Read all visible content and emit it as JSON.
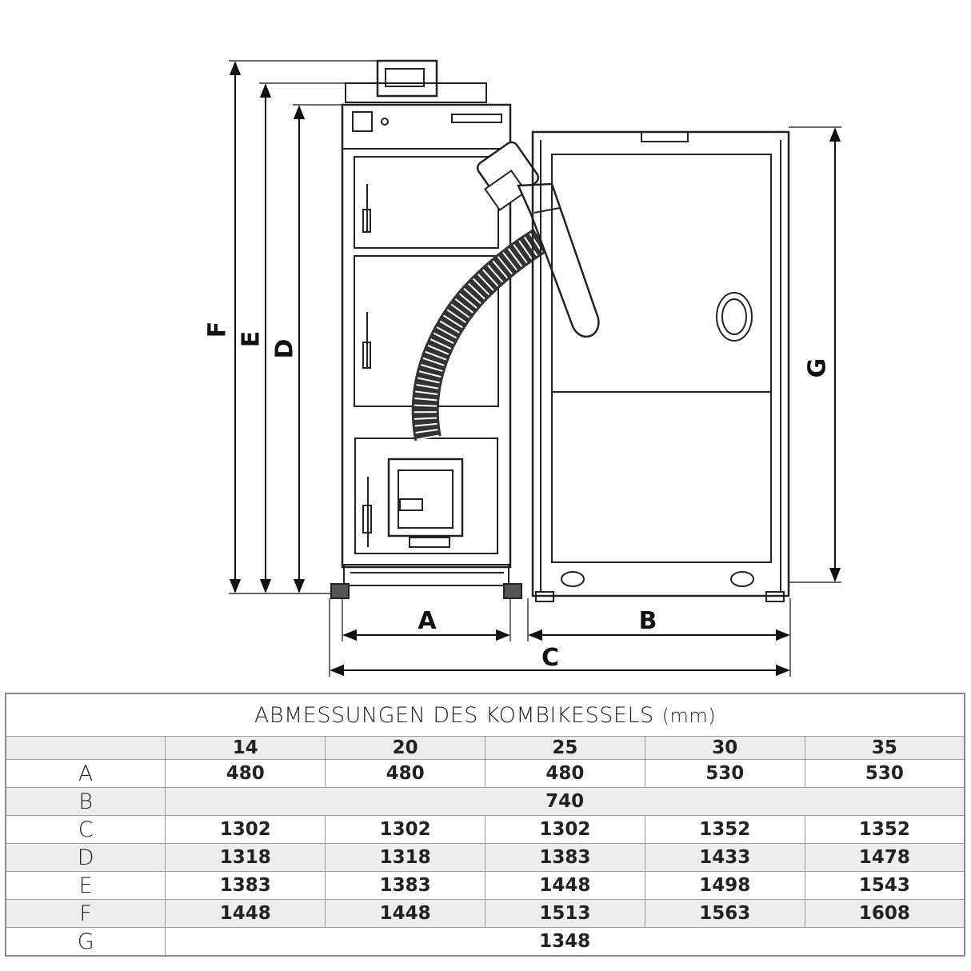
{
  "drawing": {
    "dimension_labels": {
      "A": "A",
      "B": "B",
      "C": "C",
      "D": "D",
      "E": "E",
      "F": "F",
      "G": "G"
    }
  },
  "table": {
    "title": "ABMESSUNGEN DES KOMBIKESSELS",
    "unit": "(mm)",
    "models": [
      "14",
      "20",
      "25",
      "30",
      "35"
    ],
    "rows": [
      {
        "label": "A",
        "values": [
          "480",
          "480",
          "480",
          "530",
          "530"
        ]
      },
      {
        "label": "B",
        "merged_value": "740"
      },
      {
        "label": "C",
        "values": [
          "1302",
          "1302",
          "1302",
          "1352",
          "1352"
        ]
      },
      {
        "label": "D",
        "values": [
          "1318",
          "1318",
          "1383",
          "1433",
          "1478"
        ]
      },
      {
        "label": "E",
        "values": [
          "1383",
          "1383",
          "1448",
          "1498",
          "1543"
        ]
      },
      {
        "label": "F",
        "values": [
          "1448",
          "1448",
          "1513",
          "1563",
          "1608"
        ]
      },
      {
        "label": "G",
        "merged_value": "1348"
      }
    ]
  }
}
